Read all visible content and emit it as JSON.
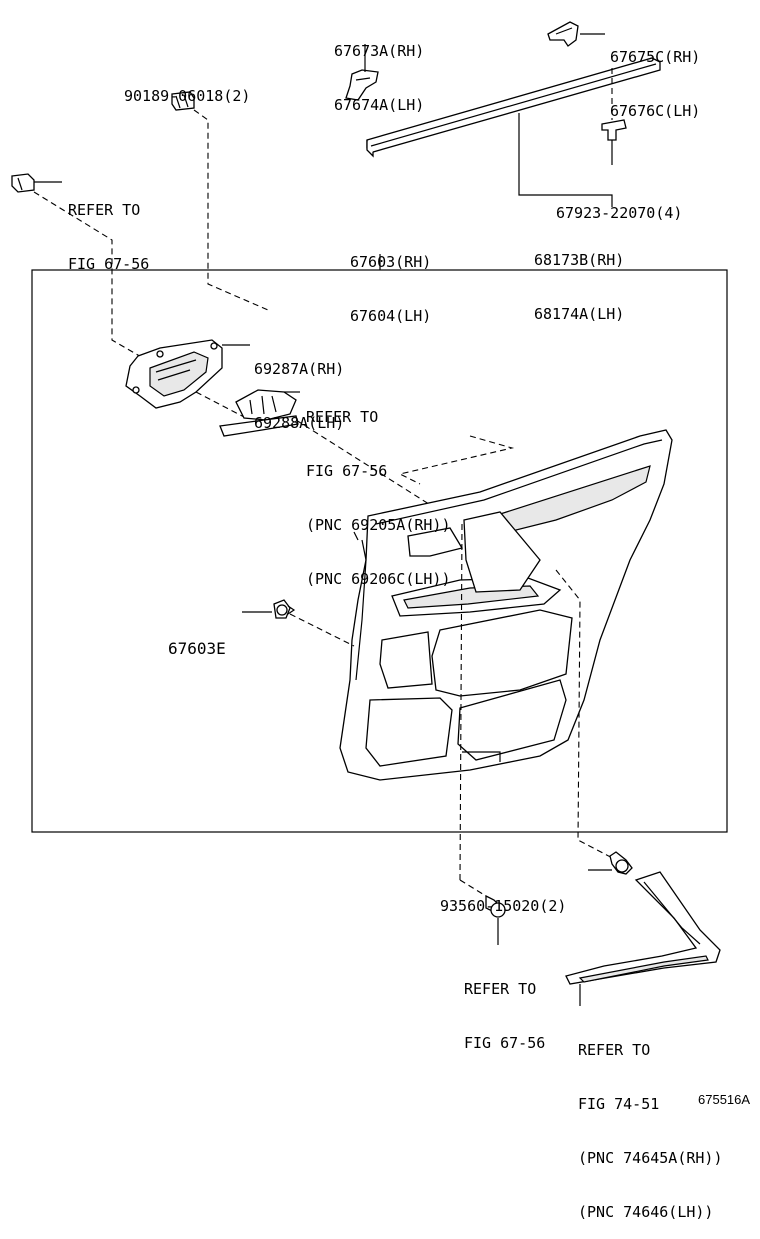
{
  "labels": {
    "p67673": [
      "67673A(RH)",
      "67674A(LH)"
    ],
    "p67675": [
      "67675C(RH)",
      "67676C(LH)"
    ],
    "p90189": [
      "90189-06018(2)"
    ],
    "refer_tl": [
      "REFER TO",
      "FIG 67-56"
    ],
    "p67923": [
      "67923-22070(4)"
    ],
    "p67603": [
      "67603(RH)",
      "67604(LH)"
    ],
    "p68173": [
      "68173B(RH)",
      "68174A(LH)"
    ],
    "p69287": [
      "69287A(RH)",
      "69288A(LH)"
    ],
    "refer_handle": [
      "REFER TO",
      "FIG 67-56",
      "(PNC 69205A(RH))",
      "(PNC 69206C(LH))"
    ],
    "p67603e": [
      "67603E"
    ],
    "p93560": [
      "93560-15020(2)"
    ],
    "refer_bottom": [
      "REFER TO",
      "FIG 67-56"
    ],
    "refer_br": [
      "REFER TO",
      "FIG 74-51",
      "(PNC 74645A(RH))",
      "(PNC 74646(LH))"
    ]
  },
  "figure_code": "675516A"
}
